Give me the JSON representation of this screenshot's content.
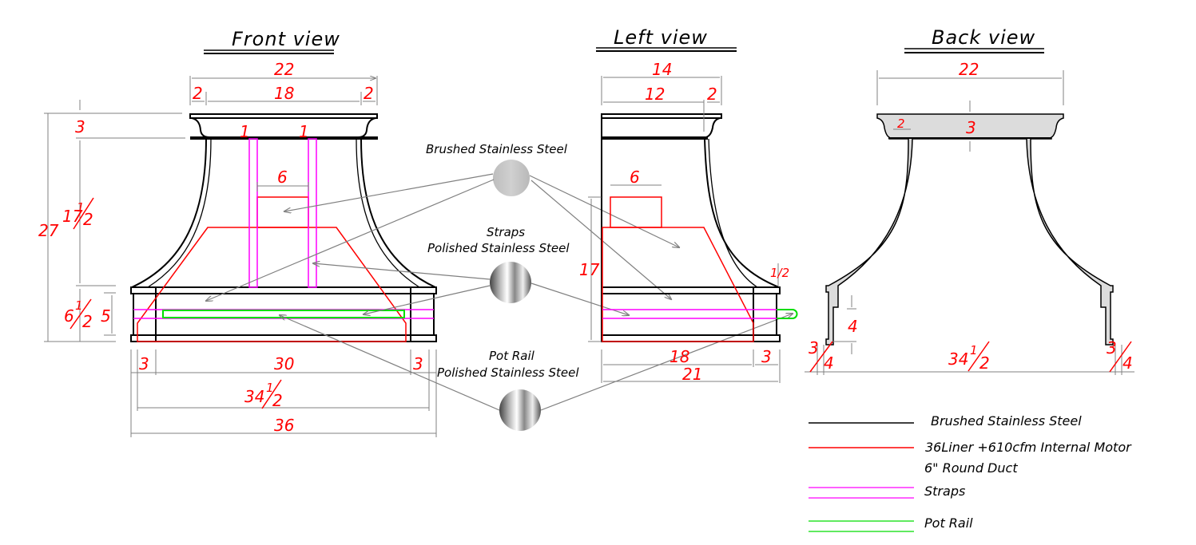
{
  "views": {
    "front": {
      "title": "Front view"
    },
    "left": {
      "title": "Left view"
    },
    "back": {
      "title": "Back view"
    }
  },
  "front_dims": {
    "top_width": "22",
    "top_inner": "18",
    "top_left_offset": "2",
    "top_right_offset": "2",
    "crown_height": "3",
    "total_height": "27",
    "body_height_whole": "17",
    "body_height_num": "1",
    "body_height_den": "2",
    "base_height_whole": "6",
    "base_height_num": "1",
    "base_height_den": "2",
    "band_height": "5",
    "strap_left": "1",
    "strap_right": "1",
    "duct_width": "6",
    "bottom_left": "3",
    "bottom_mid": "30",
    "bottom_right": "3",
    "overall_whole": "34",
    "overall_num": "1",
    "overall_den": "2",
    "overall_outer": "36"
  },
  "left_dims": {
    "top_width": "14",
    "top_inner": "12",
    "top_offset": "2",
    "duct_width": "6",
    "liner_height": "17",
    "flare": "1/2",
    "bottom_main": "18",
    "bottom_side": "3",
    "bottom_total": "21"
  },
  "back_dims": {
    "top_width": "22",
    "crown_height": "3",
    "lip": "2",
    "leg_height": "4",
    "left_frac_num": "3",
    "left_frac_den": "4",
    "base_whole": "34",
    "base_num": "1",
    "base_den": "2",
    "right_frac_num": "3",
    "right_frac_den": "4"
  },
  "callouts": {
    "brushed": "Brushed Stainless Steel",
    "straps_line1": "Straps",
    "straps_line2": "Polished Stainless Steel",
    "potrail_line1": "Pot Rail",
    "potrail_line2": "Polished Stainless Steel"
  },
  "legend": [
    {
      "label": "Brushed Stainless Steel",
      "color": "#000000"
    },
    {
      "label": "36Liner +610cfm Internal Motor",
      "color": "#ff0000"
    },
    {
      "label": "6\" Round Duct",
      "color": ""
    },
    {
      "label": "Straps",
      "color": "#ff00ff"
    },
    {
      "label": "Pot Rail",
      "color": "#00dd00"
    }
  ],
  "colors": {
    "dimension": "#ff0000",
    "straps": "#ff00ff",
    "pot_rail": "#00dd00",
    "outline": "#000000"
  }
}
